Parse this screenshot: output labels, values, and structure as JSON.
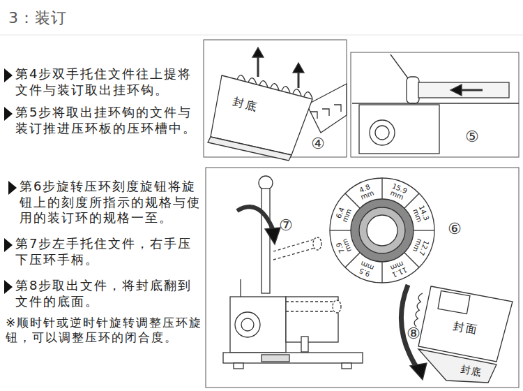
{
  "diagram": {
    "title": "3：装订",
    "labels": [
      "第4步双手托住文件往上提将文件与装订取出挂环钩。",
      "第5步将取出挂环钩的文件与装订推进压环板的压环槽中。",
      "第6步旋转压环刻度旋钮将旋钮上的刻度所指示的规格与使用的装订环的规格一至。",
      "第7步左手托住文件，右手压下压环手柄。",
      "第8步取出文件，将封底翻到文件的底面。",
      "※顺时针或逆时针旋转调整压环旋钮，可以调整压环的闭合度。",
      "封底",
      "④",
      "⑤",
      "⑦",
      "4.8 mm",
      "15.9 mm",
      "14.3 mm",
      "12.7 mm",
      "11.1 mm",
      "9.5 mm",
      "7.9 mm",
      "6.4 mm",
      "⑥",
      "封面",
      "⑧",
      "封底"
    ]
  }
}
